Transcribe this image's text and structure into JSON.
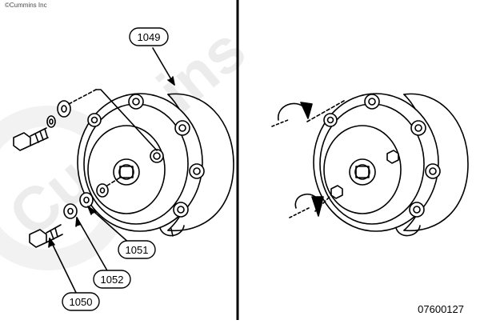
{
  "copyright": "©Cummins Inc",
  "watermark": "Cummins",
  "figure_number": "07600127",
  "callouts": {
    "c1049": "1049",
    "c1050": "1050",
    "c1051": "1051",
    "c1052": "1052"
  },
  "panels": {
    "left": "exploded-view",
    "right": "install-view"
  },
  "icons": [
    "bolt-icon",
    "washer-icon",
    "rotation-arrow-icon"
  ]
}
